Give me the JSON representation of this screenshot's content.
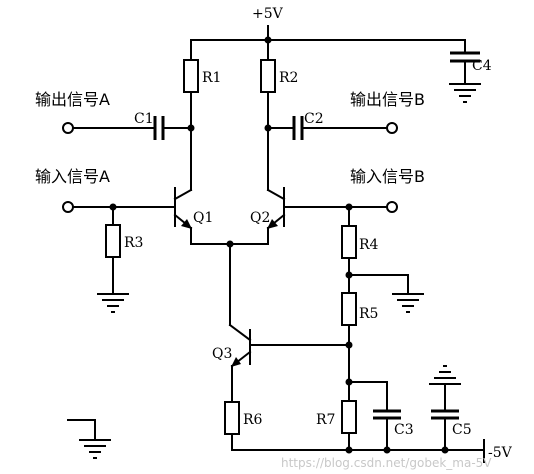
{
  "supply": {
    "positive": "+5V",
    "negative": "-5V"
  },
  "signals": {
    "output_a": "输出信号A",
    "output_b": "输出信号B",
    "input_a": "输入信号A",
    "input_b": "输入信号B"
  },
  "components": {
    "r1": "R1",
    "r2": "R2",
    "r3": "R3",
    "r4": "R4",
    "r5": "R5",
    "r6": "R6",
    "r7": "R7",
    "c1": "C1",
    "c2": "C2",
    "c3": "C3",
    "c4": "C4",
    "c5": "C5",
    "q1": "Q1",
    "q2": "Q2",
    "q3": "Q3"
  },
  "watermark": "https://blog.csdn.net/gobek_ma-5V"
}
